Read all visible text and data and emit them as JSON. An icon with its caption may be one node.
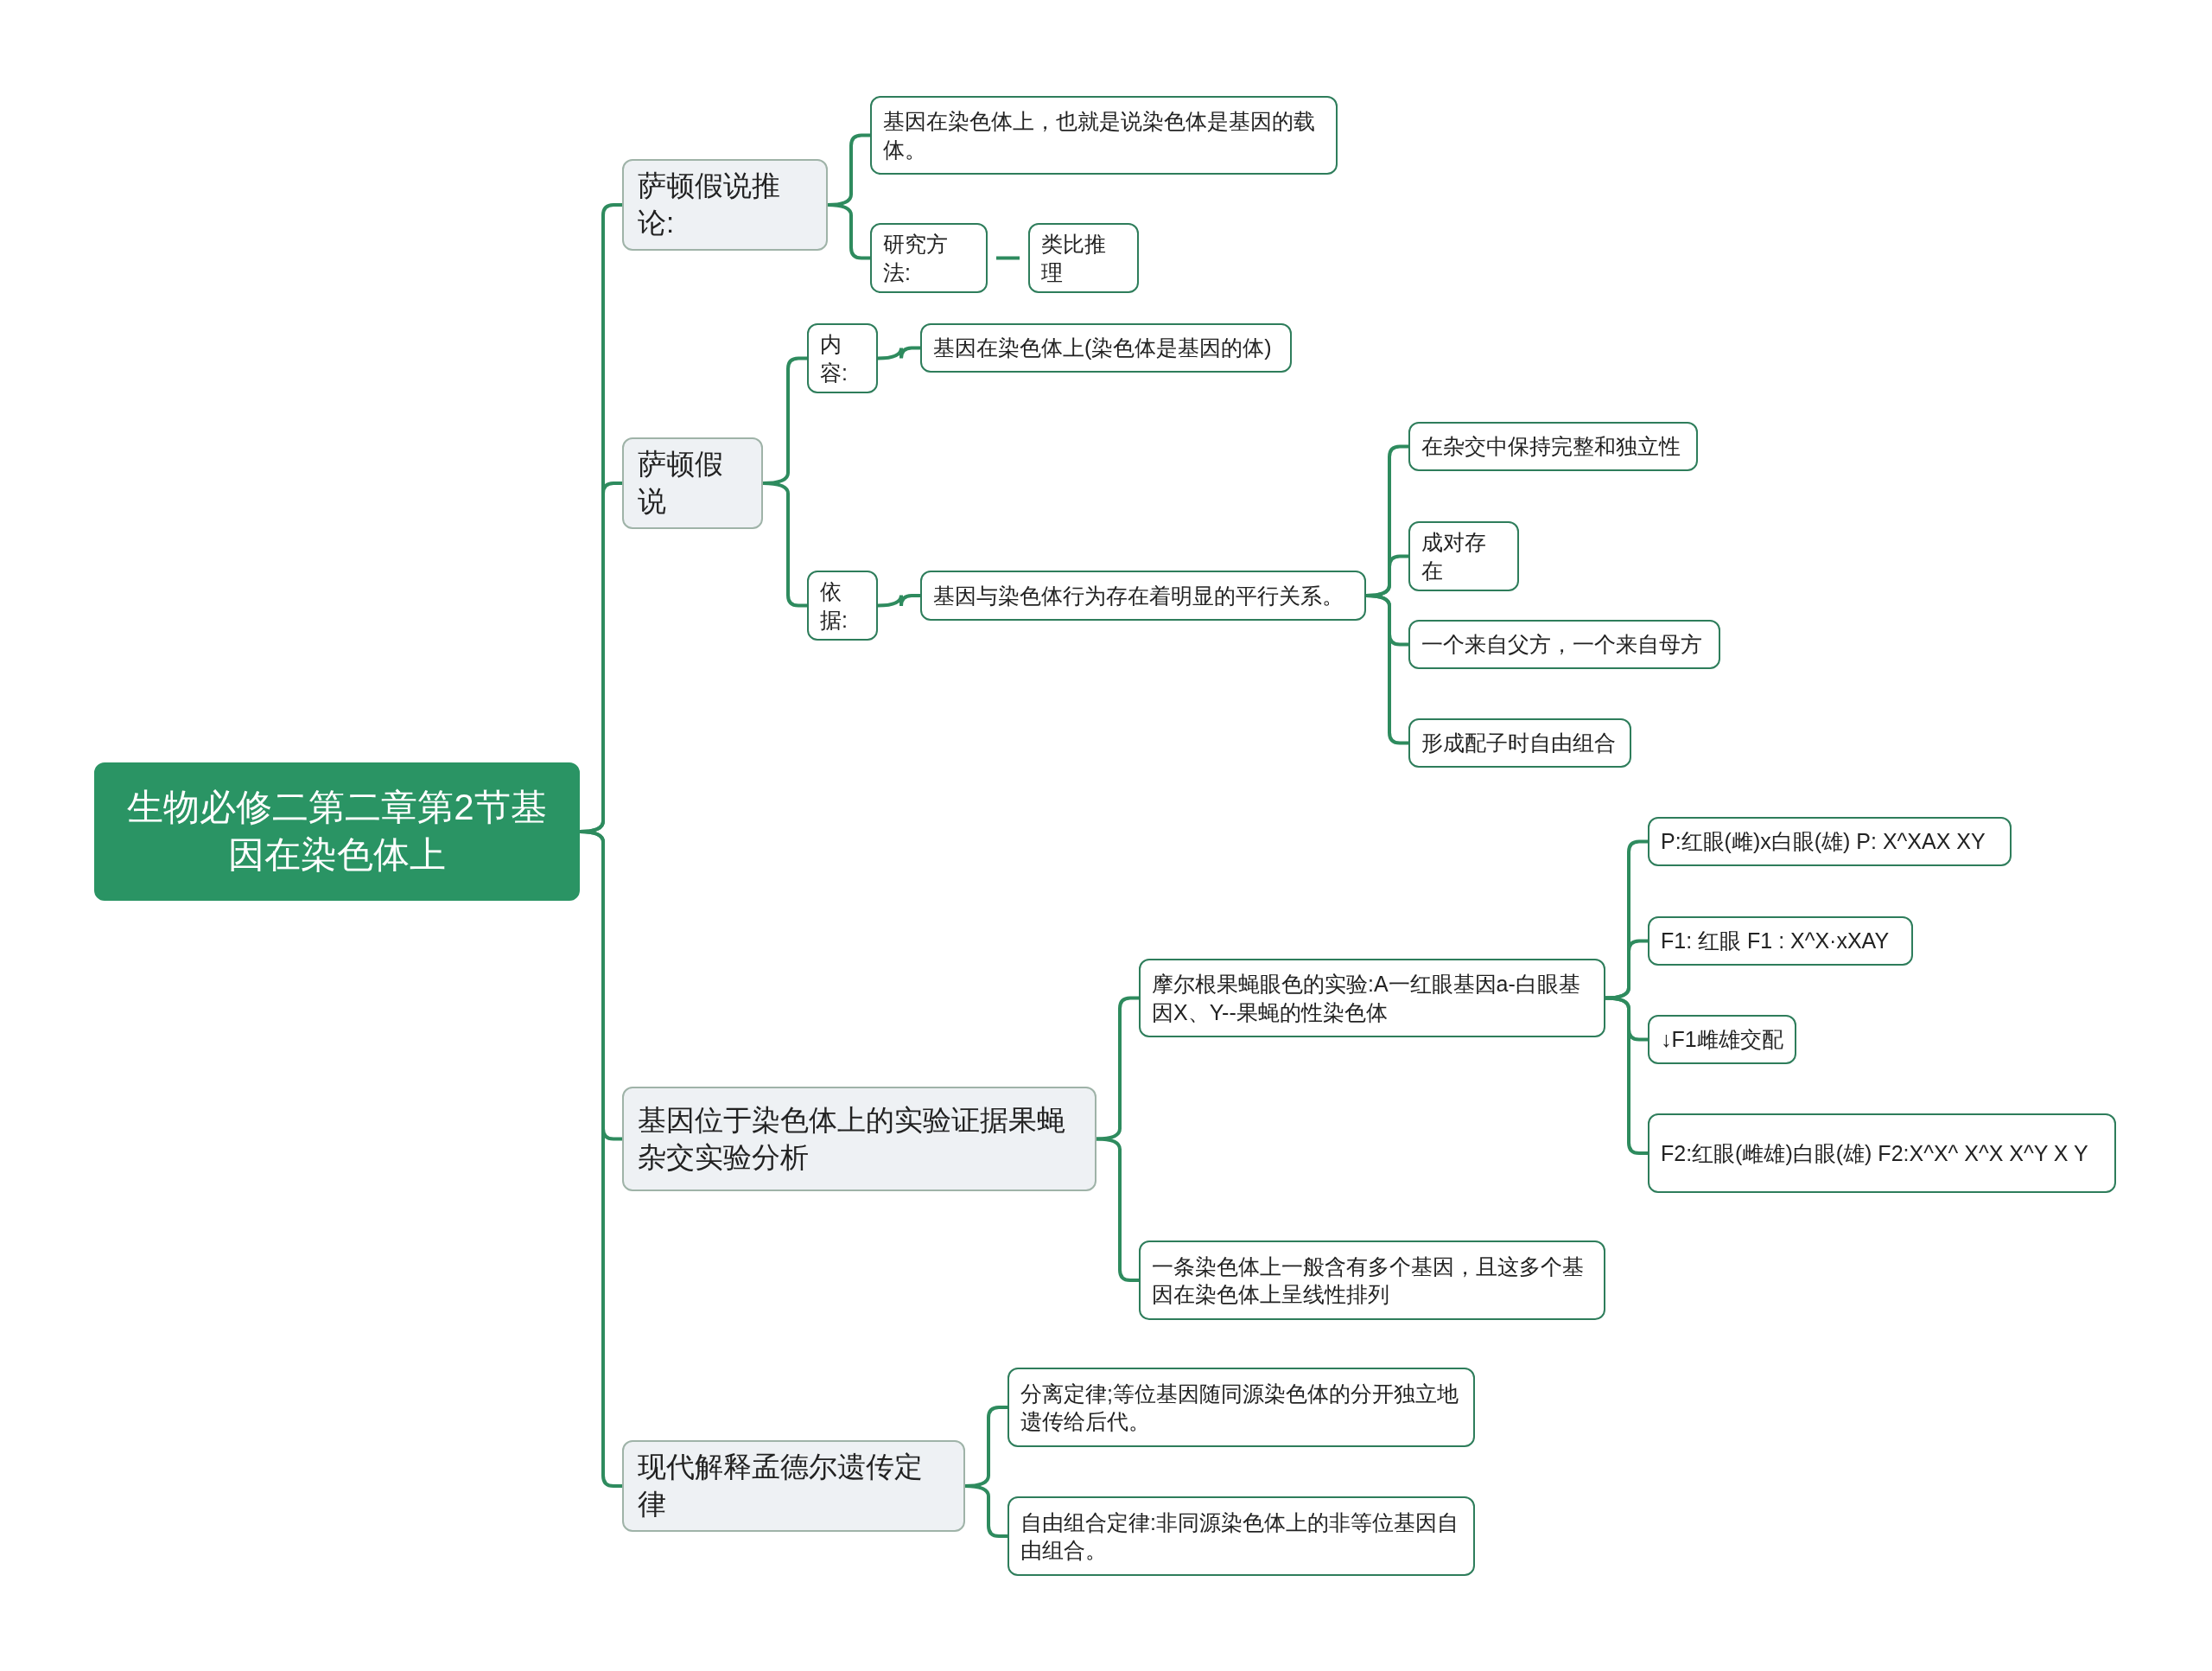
{
  "diagram": {
    "nodes": [
      {
        "text": [
          "生物必修二第二章第2节基因在染色体上"
        ]
      },
      {
        "text": [
          "萨顿假说推论:"
        ]
      },
      {
        "text": [
          "基因在染色体上，也就是说染色体是基因的载体。"
        ]
      },
      {
        "text": [
          "研究方法:"
        ]
      },
      {
        "text": [
          "类比推理"
        ]
      },
      {
        "text": [
          "萨顿假说"
        ]
      },
      {
        "text": [
          "内容:"
        ]
      },
      {
        "text": [
          "基因在染色体上(染色体是基因的体)"
        ]
      },
      {
        "text": [
          "依据:"
        ]
      },
      {
        "text": [
          "基因与染色体行为存在着明显的平行关系。"
        ]
      },
      {
        "text": [
          "在杂交中保持完整和独立性"
        ]
      },
      {
        "text": [
          "成对存在"
        ]
      },
      {
        "text": [
          "一个来自父方，一个来自母方"
        ]
      },
      {
        "text": [
          "形成配子时自由组合"
        ]
      },
      {
        "text": [
          "基因位于染色体上的实验证据果蝇杂交实验分析"
        ]
      },
      {
        "text": [
          "摩尔根果蝇眼色的实验:A一红眼基因a-白眼基因X、Y--果蝇的性染色体"
        ]
      },
      {
        "text": [
          "P:红眼(雌)x白眼(雄) P: X^XAX XY"
        ]
      },
      {
        "text": [
          "F1: 红眼 F1 : X^X·xXAY"
        ]
      },
      {
        "text": [
          "↓F1雌雄交配"
        ]
      },
      {
        "text": [
          "F2:红眼(雌雄)白眼(雄) F2:X^X^ X^X X^Y X Y"
        ]
      },
      {
        "text": [
          "一条染色体上一般含有多个基因，且这多个基因在染色体上呈线性排列"
        ]
      },
      {
        "text": [
          "现代解释孟德尔遗传定律"
        ]
      },
      {
        "text": [
          "分离定律;等位基因随同源染色体的分开独立地遗传给后代。"
        ]
      },
      {
        "text": [
          "自由组合定律:非同源染色体上的非等位基因自由组合。"
        ]
      }
    ],
    "edges": [
      {
        "from": 0,
        "to": 1,
        "arrow": "none"
      },
      {
        "from": 0,
        "to": 5,
        "arrow": "none"
      },
      {
        "from": 0,
        "to": 14,
        "arrow": "none"
      },
      {
        "from": 0,
        "to": 21,
        "arrow": "none"
      },
      {
        "from": 1,
        "to": 2,
        "arrow": "none"
      },
      {
        "from": 1,
        "to": 3,
        "arrow": "none"
      },
      {
        "from": 3,
        "to": 4,
        "arrow": "none"
      },
      {
        "from": 5,
        "to": 6,
        "arrow": "none"
      },
      {
        "from": 5,
        "to": 8,
        "arrow": "none"
      },
      {
        "from": 6,
        "to": 7,
        "arrow": "none"
      },
      {
        "from": 8,
        "to": 9,
        "arrow": "none"
      },
      {
        "from": 9,
        "to": 10,
        "arrow": "none"
      },
      {
        "from": 9,
        "to": 11,
        "arrow": "none"
      },
      {
        "from": 9,
        "to": 12,
        "arrow": "none"
      },
      {
        "from": 9,
        "to": 13,
        "arrow": "none"
      },
      {
        "from": 14,
        "to": 15,
        "arrow": "none"
      },
      {
        "from": 14,
        "to": 20,
        "arrow": "none"
      },
      {
        "from": 15,
        "to": 16,
        "arrow": "none"
      },
      {
        "from": 15,
        "to": 17,
        "arrow": "none"
      },
      {
        "from": 15,
        "to": 18,
        "arrow": "none"
      },
      {
        "from": 15,
        "to": 19,
        "arrow": "none"
      },
      {
        "from": 21,
        "to": 22,
        "arrow": "none"
      },
      {
        "from": 21,
        "to": 23,
        "arrow": "none"
      }
    ]
  }
}
